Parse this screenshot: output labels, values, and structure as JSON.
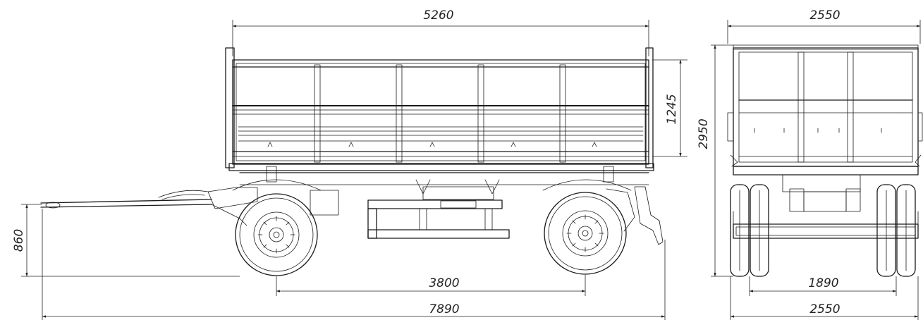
{
  "side_view": {
    "body_length": "5260",
    "side_height": "1245",
    "drawbar_height": "860",
    "wheelbase": "3800",
    "overall_length": "7890"
  },
  "rear_view": {
    "top_width": "2550",
    "overall_height": "2950",
    "track": "1890",
    "bottom_width": "2550"
  }
}
